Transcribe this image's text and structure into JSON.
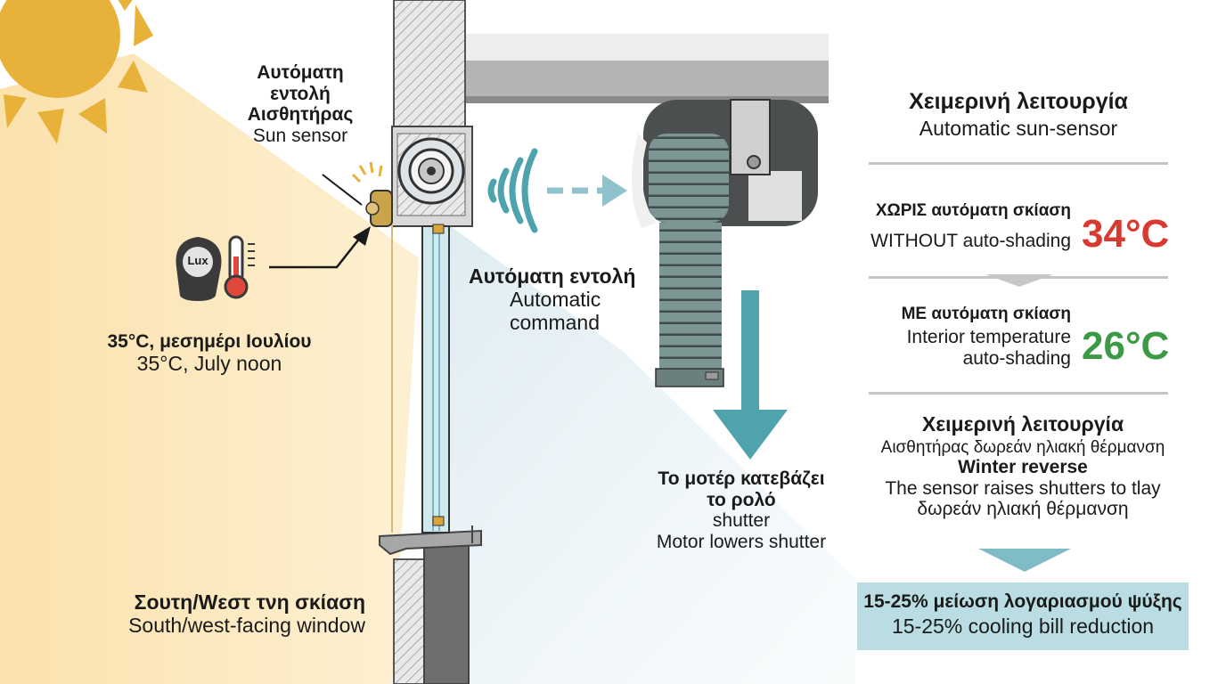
{
  "sensor": {
    "title_gr_1": "Αυτόματη",
    "title_gr_2": "εντολή",
    "title_gr_3": "Αισθητήρας",
    "title_en": "Sun sensor",
    "lux_badge": "Lux"
  },
  "outside": {
    "temp_gr": "35°C, μεσημέρι Ιουλίου",
    "temp_en": "35°C, July noon"
  },
  "window": {
    "title_gr": "Σουτη/Wεστ τνη σκίαση",
    "title_en": "South/west-facing window"
  },
  "command": {
    "title_gr": "Αυτόματη εντολή",
    "title_en_1": "Automatic",
    "title_en_2": "command"
  },
  "motor": {
    "title_gr_1": "Το μοτέρ κατεβάζει",
    "title_gr_2": "το ρολό",
    "title_en_1": "shutter",
    "title_en_2": "Motor lowers shutter"
  },
  "panel": {
    "heading_gr": "Χειμερινή λειτουργία",
    "heading_en": "Automatic sun-sensor",
    "without_gr": "ΧΩΡΙΣ αυτόματη σκίαση",
    "without_en": "WITHOUT auto-shading",
    "without_temp": "34°C",
    "with_gr": "ΜΕ αυτόματη σκίαση",
    "with_en_1": "Interior temperature",
    "with_en_2": "auto-shading",
    "with_temp": "26°C",
    "winter_gr": "Χειμερινή λειτουργία",
    "winter_gr_sub": "Αισθητήρας δωρεάν ηλιακή θέρμανση",
    "winter_en": "Winter reverse",
    "winter_en_sub_1": "The sensor raises shutters to tlay",
    "winter_en_sub_2": "δωρεάν ηλιακή θέρμανση",
    "saving_gr": "15-25% μείωση λογαριασμού ψύξης",
    "saving_en": "15-25% cooling bill reduction"
  },
  "colors": {
    "sun": "#e8b23a",
    "sunbeam": "#fbe3b0",
    "teal": "#4ea3ad",
    "hot": "#d93a30",
    "cool": "#3c9a46",
    "saving_bg": "#b9dde2"
  }
}
